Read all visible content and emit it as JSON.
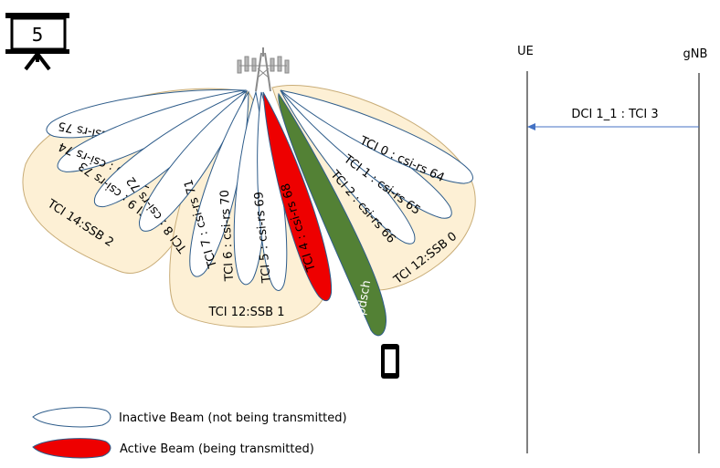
{
  "slide_number": "5",
  "colors": {
    "ssb_fill": "#fdf0d5",
    "ssb_stroke": "#c9ad78",
    "beam_stroke": "#2e5c8a",
    "active_fill": "#ee0000",
    "pdsch_fill": "#538135",
    "arrow": "#4472c4"
  },
  "ssb_beams": [
    {
      "id": "ssb2",
      "label": "TCI 14:SSB 2"
    },
    {
      "id": "ssb1",
      "label": "TCI 12:SSB 1"
    },
    {
      "id": "ssb0",
      "label": "TCI 12:SSB 0"
    }
  ],
  "csi_beams": [
    {
      "label": "TCI 11 : csi-rs 75",
      "state": "inactive"
    },
    {
      "label": "TCI 10 : csi-rs 74",
      "state": "inactive"
    },
    {
      "label": "TCI 9 : csi-rs 73",
      "state": "inactive"
    },
    {
      "label": "TCI 8 : csi-rs 72",
      "state": "inactive"
    },
    {
      "label": "TCI 7 : csi-rs 71",
      "state": "inactive"
    },
    {
      "label": "TCI 6 : csi-rs 70",
      "state": "inactive"
    },
    {
      "label": "TCI 5 : csi-rs 69",
      "state": "inactive"
    },
    {
      "label": "TCI 4 : csi-rs 68",
      "state": "active"
    },
    {
      "label": "TCI 2 : csi-rs 66",
      "state": "inactive"
    },
    {
      "label": "TCI 1 : csi-rs 65",
      "state": "inactive"
    },
    {
      "label": "TCI 0 : csi-rs 64",
      "state": "inactive"
    }
  ],
  "pdsch_label": "pdsch",
  "legend": {
    "inactive": "Inactive Beam (not being  transmitted)",
    "active": "Active Beam (being  transmitted)"
  },
  "sequence": {
    "ue_label": "UE",
    "gnb_label": "gNB",
    "message": "DCI 1_1 : TCI 3"
  }
}
